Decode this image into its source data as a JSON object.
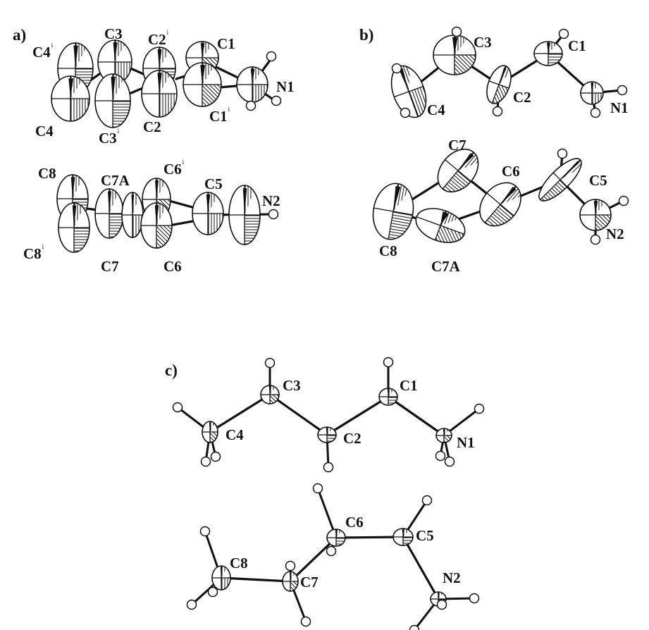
{
  "panels": {
    "a": {
      "label": "a)",
      "atoms": {
        "C4p": "C4",
        "C3": "C3",
        "C2p": "C2",
        "C1": "C1",
        "N1": "N1",
        "C4": "C4",
        "C3p": "C3",
        "C2": "C2",
        "C1p": "C1",
        "C8": "C8",
        "C7A": "C7A",
        "C6p": "C6",
        "C5": "C5",
        "N2": "N2",
        "C8p": "C8",
        "C7": "C7",
        "C6": "C6"
      },
      "symmetry_mark": "i"
    },
    "b": {
      "label": "b)",
      "atoms": {
        "C3": "C3",
        "C1": "C1",
        "C2": "C2",
        "C4": "C4",
        "N1": "N1",
        "C7": "C7",
        "C6": "C6",
        "C5": "C5",
        "N2": "N2",
        "C8": "C8",
        "C7A": "C7A"
      }
    },
    "c": {
      "label": "c)",
      "atoms": {
        "C3": "C3",
        "C1": "C1",
        "C4": "C4",
        "C2": "C2",
        "N1": "N1",
        "C6": "C6",
        "C5": "C5",
        "C8": "C8",
        "C7": "C7",
        "N2": "N2"
      }
    }
  },
  "colors": {
    "ink": "#111111",
    "background": "#ffffff"
  }
}
